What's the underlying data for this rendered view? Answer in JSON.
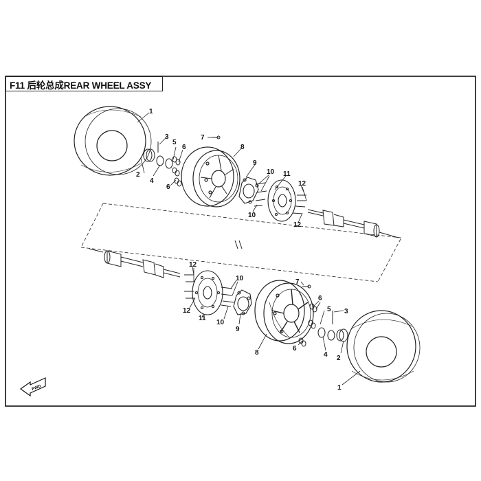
{
  "title": {
    "code": "F11",
    "text": "后轮总成REAR WHEEL ASSY"
  },
  "direction": {
    "label": "FWD"
  },
  "callouts": {
    "upper": [
      "1",
      "2",
      "3",
      "4",
      "5",
      "6",
      "6",
      "7",
      "8",
      "9",
      "10",
      "10",
      "11",
      "12",
      "12"
    ],
    "lower": [
      "12",
      "12",
      "11",
      "10",
      "10",
      "9",
      "8",
      "7",
      "6",
      "6",
      "5",
      "4",
      "3",
      "2",
      "1"
    ]
  },
  "colors": {
    "line": "#222222",
    "frame": "#111111"
  }
}
